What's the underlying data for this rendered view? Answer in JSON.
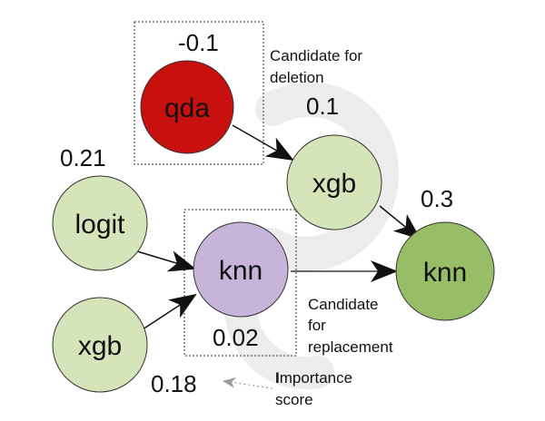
{
  "diagram": {
    "nodes": {
      "qda": {
        "label": "qda",
        "score": "-0.1",
        "fill": "#c8100e",
        "score_color": "#c0504d"
      },
      "xgb_mid": {
        "label": "xgb",
        "score": "0.1",
        "fill": "#d6e5b9"
      },
      "logit": {
        "label": "logit",
        "score": "0.21",
        "fill": "#d6e5b9"
      },
      "knn_mid": {
        "label": "knn",
        "score": "0.02",
        "fill": "#c7b5d9"
      },
      "xgb_low": {
        "label": "xgb",
        "score": "0.18",
        "fill": "#d6e5b9"
      },
      "knn_out": {
        "label": "knn",
        "score": "0.3",
        "fill": "#97bd67"
      }
    },
    "annotations": {
      "deletion_line1": "Candidate for",
      "deletion_line2": "deletion",
      "replacement_line1": "Candidate",
      "replacement_line2": "for",
      "replacement_line3": "replacement",
      "importance_first_letter": "I",
      "importance_rest": "mportance",
      "importance_line2": "score"
    }
  }
}
